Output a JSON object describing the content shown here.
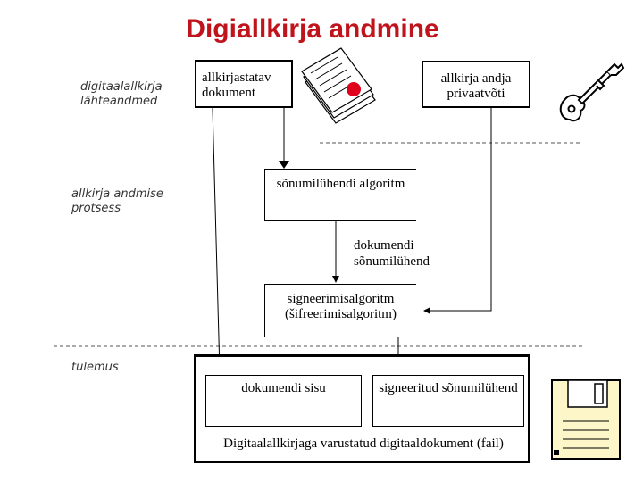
{
  "title": "Digiallkirja andmine",
  "side_labels": {
    "inputs": "digitaalallkirja lähteandmed",
    "process": "allkirja andmise protsess",
    "result": "tulemus"
  },
  "boxes": {
    "document": "allkirjastatav dokument",
    "private_key": "allkirja andja privaatvõti",
    "hash_algorithm": "sõnumilühendi algoritm",
    "signing_algorithm": "signeerimisalgoritm (šifreerimisalgoritm)",
    "doc_content": "dokumendi sisu",
    "signed_hash": "signeeritud sõnumilühend",
    "result_caption": "Digitaalallkirjaga varustatud digitaaldokument (fail)"
  },
  "intermediate_label": "dokumendi sõnumilühend",
  "icons": [
    "document-stack-icon",
    "key-icon",
    "floppy-disk-icon"
  ],
  "colors": {
    "title": "#c0141c",
    "seal": "#e0001b"
  }
}
